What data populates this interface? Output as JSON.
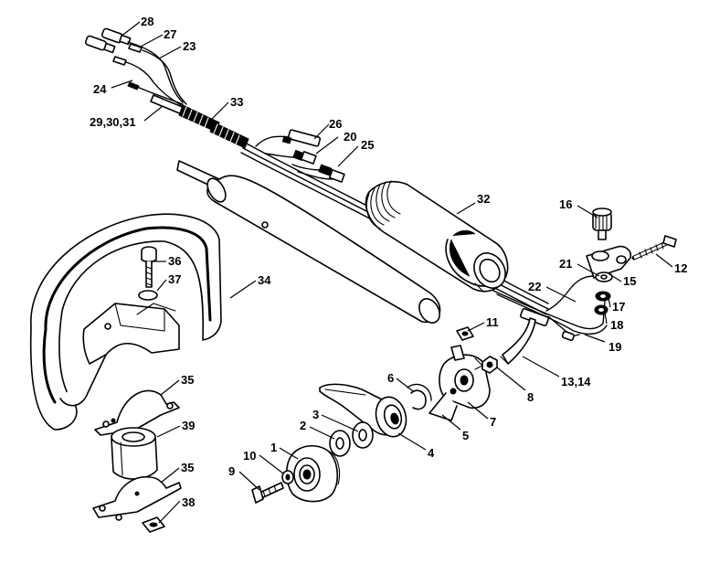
{
  "callouts": [
    {
      "id": "c28",
      "text": "28"
    },
    {
      "id": "c27",
      "text": "27"
    },
    {
      "id": "c23",
      "text": "23"
    },
    {
      "id": "c24",
      "text": "24"
    },
    {
      "id": "c293031",
      "text": "29,30,31"
    },
    {
      "id": "c33",
      "text": "33"
    },
    {
      "id": "c26",
      "text": "26"
    },
    {
      "id": "c20",
      "text": "20"
    },
    {
      "id": "c25",
      "text": "25"
    },
    {
      "id": "c32",
      "text": "32"
    },
    {
      "id": "c16",
      "text": "16"
    },
    {
      "id": "c12",
      "text": "12"
    },
    {
      "id": "c21",
      "text": "21"
    },
    {
      "id": "c15",
      "text": "15"
    },
    {
      "id": "c22",
      "text": "22"
    },
    {
      "id": "c17",
      "text": "17"
    },
    {
      "id": "c18",
      "text": "18"
    },
    {
      "id": "c19",
      "text": "19"
    },
    {
      "id": "c36",
      "text": "36"
    },
    {
      "id": "c37",
      "text": "37"
    },
    {
      "id": "c34",
      "text": "34"
    },
    {
      "id": "c11",
      "text": "11"
    },
    {
      "id": "c1314",
      "text": "13,14"
    },
    {
      "id": "c8",
      "text": "8"
    },
    {
      "id": "c6",
      "text": "6"
    },
    {
      "id": "c7",
      "text": "7"
    },
    {
      "id": "c5",
      "text": "5"
    },
    {
      "id": "c35a",
      "text": "35"
    },
    {
      "id": "c39",
      "text": "39"
    },
    {
      "id": "c3",
      "text": "3"
    },
    {
      "id": "c2",
      "text": "2"
    },
    {
      "id": "c4",
      "text": "4"
    },
    {
      "id": "c1",
      "text": "1"
    },
    {
      "id": "c10",
      "text": "10"
    },
    {
      "id": "c9",
      "text": "9"
    },
    {
      "id": "c35b",
      "text": "35"
    },
    {
      "id": "c38",
      "text": "38"
    }
  ]
}
